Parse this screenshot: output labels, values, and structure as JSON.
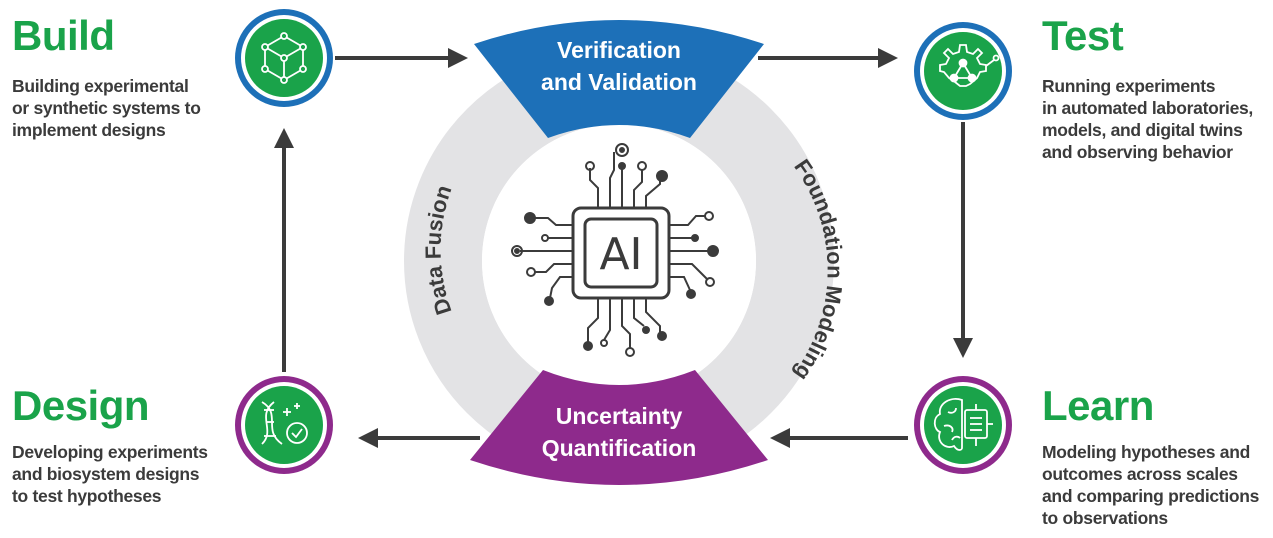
{
  "colors": {
    "green": "#1aa34a",
    "blue": "#1d70b8",
    "purple": "#8e2a8c",
    "ring": "#e3e3e5",
    "arrow": "#3b3b3b",
    "text": "#3b3b3b"
  },
  "stages": {
    "build": {
      "title": "Build",
      "description": "Building experimental\nor synthetic systems to\nimplement designs",
      "icon": "cube-network-icon"
    },
    "test": {
      "title": "Test",
      "description": "Running experiments\nin automated laboratories,\nmodels, and digital twins\nand observing behavior",
      "icon": "gear-network-icon"
    },
    "learn": {
      "title": "Learn",
      "description": "Modeling hypotheses and\noutcomes across scales\nand comparing predictions\nto observations",
      "icon": "brain-circuit-icon"
    },
    "design": {
      "title": "Design",
      "description": "Developing experiments\nand biosystem designs\nto test hypotheses",
      "icon": "dna-check-icon"
    }
  },
  "ring": {
    "top_line1": "Verification",
    "top_line2": "and Validation",
    "bottom_line1": "Uncertainty",
    "bottom_line2": "Quantification",
    "left": "Data Fusion",
    "right": "Foundation Modeling"
  },
  "center": {
    "chip_label": "AI",
    "icon": "ai-chip-icon"
  }
}
